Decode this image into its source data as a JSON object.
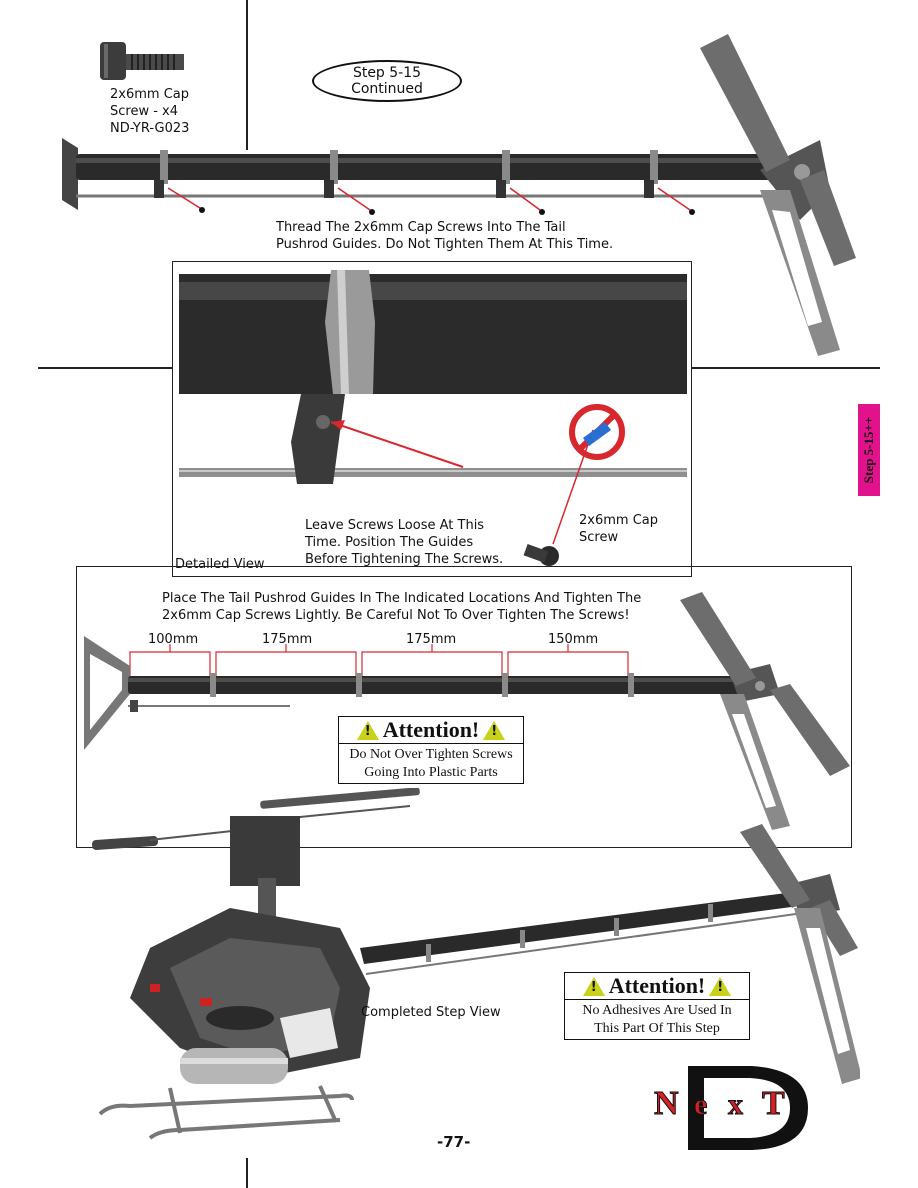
{
  "screw_label": {
    "line1": "2x6mm Cap",
    "line2": "Screw - x4",
    "line3": "ND-YR-G023"
  },
  "step_badge": {
    "line1": "Step 5-15",
    "line2": "Continued"
  },
  "instructions": {
    "thread_line1": "Thread The 2x6mm Cap Screws Into The Tail",
    "thread_line2": "Pushrod Guides. Do Not Tighten Them At This Time.",
    "place_line1": "Place The Tail Pushrod Guides In The Indicated Locations And Tighten The",
    "place_line2": "2x6mm Cap Screws Lightly. Be Careful Not To Over Tighten The Screws!"
  },
  "detail_view": {
    "caption": "Detailed View",
    "note_line1": "Leave Screws Loose At This",
    "note_line2": "Time. Position The Guides",
    "note_line3": "Before Tightening The Screws.",
    "screw_line1": "2x6mm Cap",
    "screw_line2": "Screw"
  },
  "dimensions": [
    "100mm",
    "175mm",
    "175mm",
    "150mm"
  ],
  "attention_1": {
    "title": "Attention!",
    "line1": "Do Not Over Tighten Screws",
    "line2": "Going Into Plastic Parts"
  },
  "attention_2": {
    "title": "Attention!",
    "line1": "No Adhesives Are Used In",
    "line2": "This Part Of This Step"
  },
  "completed_caption": "Completed Step View",
  "side_tab": "Step 5-15++",
  "page_number": "-77-",
  "logo_text": "NexT",
  "colors": {
    "tab_magenta": "#e1128b",
    "dimension_red": "#d9272e",
    "logo_red": "#d61f26",
    "warning_yellow": "#c8d21a"
  }
}
